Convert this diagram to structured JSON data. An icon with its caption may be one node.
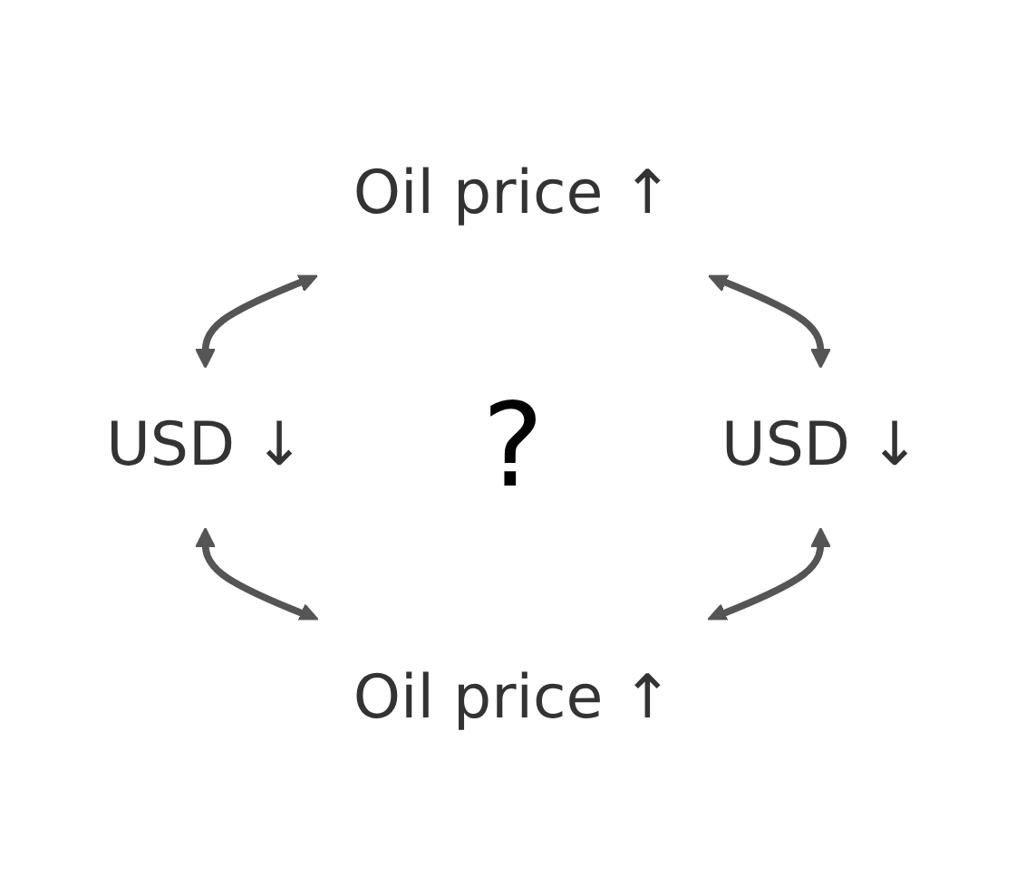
{
  "diagram": {
    "nodes": [
      {
        "text": [
          "Oil price ↑"
        ]
      },
      {
        "text": [
          "USD ↓"
        ]
      },
      {
        "text": [
          "Oil price ↑"
        ]
      },
      {
        "text": [
          "USD ↓"
        ]
      }
    ],
    "edges": [
      {
        "from": 0,
        "to": 1,
        "arrow": "both"
      },
      {
        "from": 1,
        "to": 2,
        "arrow": "both"
      },
      {
        "from": 3,
        "to": 2,
        "arrow": "both"
      },
      {
        "from": 0,
        "to": 3,
        "arrow": "both"
      }
    ],
    "labels": [
      "?"
    ]
  }
}
